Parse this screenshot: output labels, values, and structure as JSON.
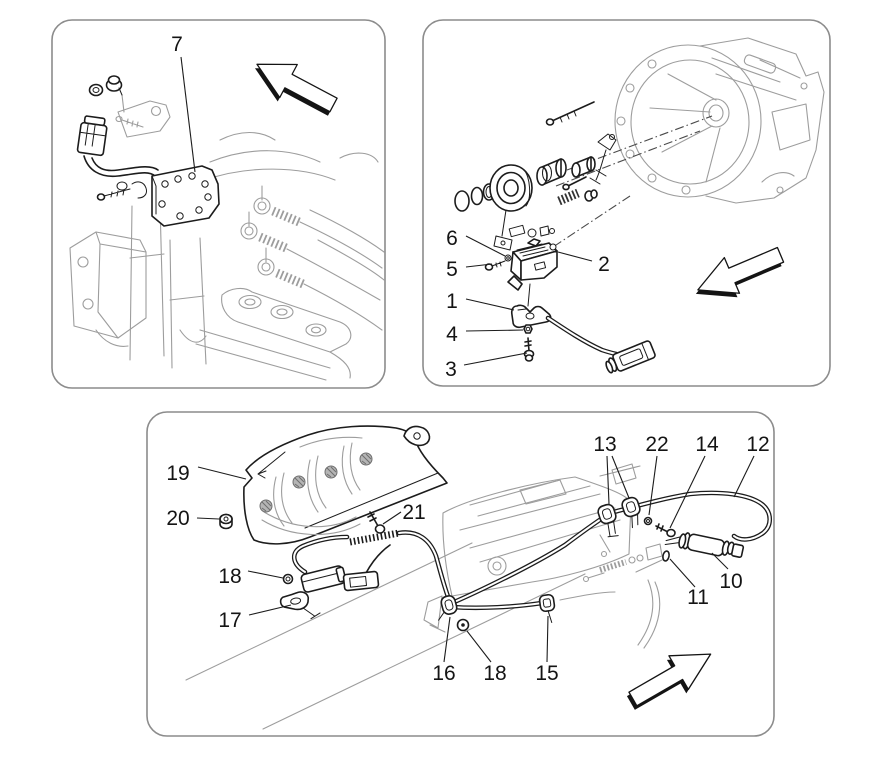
{
  "document": {
    "type": "parts-catalogue-exploded-diagram",
    "background_color": "#ffffff"
  },
  "colors": {
    "line": "#1c1c1c",
    "faint_line": "#9d9d9d",
    "panel_border": "#8c8c8c",
    "label_text": "#141414"
  },
  "panels": [
    {
      "name": "engine-compartment-sensor-bracket",
      "position": "top-left",
      "direction_arrow": "up-left",
      "callouts": [
        {
          "label": "7"
        }
      ]
    },
    {
      "name": "clutch-housing-exploded-view",
      "position": "top-right",
      "direction_arrow": "down-left",
      "callouts": [
        {
          "label": "6"
        },
        {
          "label": "5"
        },
        {
          "label": "2"
        },
        {
          "label": "1"
        },
        {
          "label": "4"
        },
        {
          "label": "3"
        }
      ]
    },
    {
      "name": "underbody-heat-shield-and-cables",
      "position": "bottom",
      "direction_arrow": "up-right",
      "callouts": [
        {
          "label": "19"
        },
        {
          "label": "20"
        },
        {
          "label": "21"
        },
        {
          "label": "18"
        },
        {
          "label": "17"
        },
        {
          "label": "13"
        },
        {
          "label": "22"
        },
        {
          "label": "14"
        },
        {
          "label": "12"
        },
        {
          "label": "10"
        },
        {
          "label": "11"
        },
        {
          "label": "16"
        },
        {
          "label": "18"
        },
        {
          "label": "15"
        }
      ]
    }
  ]
}
